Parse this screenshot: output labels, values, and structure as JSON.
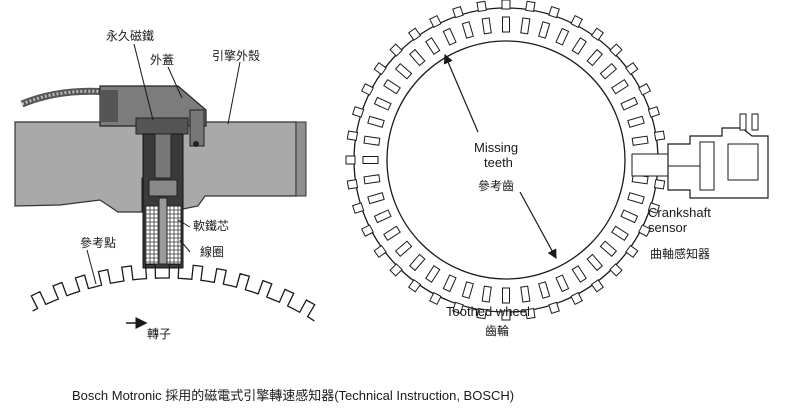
{
  "left_figure": {
    "labels": {
      "permanent_magnet": "永久磁鐵",
      "outer_cover": "外蓋",
      "engine_housing": "引擎外殼",
      "soft_iron_core": "軟鐵芯",
      "coil": "線圈",
      "reference_point": "參考點",
      "rotor": "轉子"
    }
  },
  "right_figure": {
    "labels": {
      "missing_teeth": "Missing teeth",
      "missing_teeth_zh": "參考齒",
      "crankshaft_sensor": "Crankshaft sensor",
      "crankshaft_sensor_zh": "曲軸感知器",
      "toothed_wheel": "Toothed wheel",
      "toothed_wheel_zh": "齒輪"
    }
  },
  "caption": "Bosch Motronic 採用的磁電式引擎轉速感知器(Technical Instruction, BOSCH)"
}
